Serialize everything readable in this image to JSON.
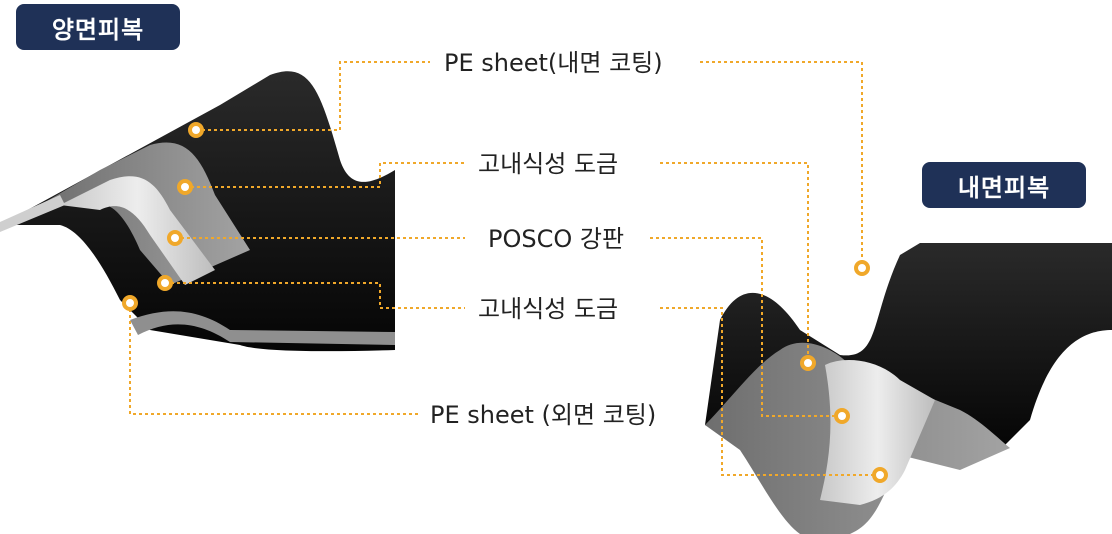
{
  "badges": {
    "double_side": "양면피복",
    "inner_side": "내면피복"
  },
  "labels": {
    "pe_inner": "PE sheet(내면 코팅)",
    "plating_top": "고내식성 도금",
    "posco_steel": "POSCO 강판",
    "plating_bottom": "고내식성 도금",
    "pe_outer": "PE sheet (외면 코팅)"
  },
  "colors": {
    "badge": "#1f3157",
    "leader": "#f0a82a",
    "coating": "#0a0a0a",
    "plating": "#8c8c8c",
    "steel": "#d4d4d4"
  }
}
